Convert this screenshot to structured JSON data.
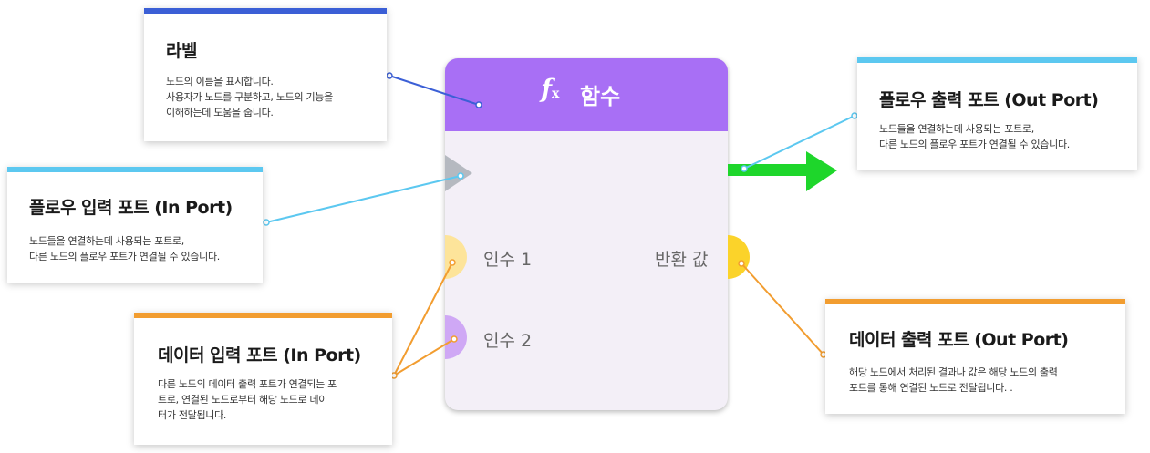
{
  "node": {
    "icon": "function-icon",
    "fx_symbol": "f",
    "fx_sub": "x",
    "title": "함수",
    "arg1_label": "인수 1",
    "arg2_label": "인수 2",
    "return_label": "반환 값"
  },
  "callouts": {
    "label": {
      "title": "라벨",
      "lines": [
        "노드의 이름을 표시합니다.",
        "사용자가 노드를 구분하고, 노드의 기능을",
        "이해하는데 도움을 줍니다."
      ]
    },
    "flow_in": {
      "title": "플로우 입력 포트 (In Port)",
      "lines": [
        "노드들을 연결하는데 사용되는 포트로,",
        "다른 노드의 플로우 포트가 연결될 수 있습니다."
      ]
    },
    "data_in": {
      "title": "데이터 입력 포트 (In Port)",
      "lines": [
        "다른 노드의 데이터 출력 포트가 연결되는 포",
        "트로, 연결된 노드로부터 해당 노드로 데이",
        "터가 전달됩니다."
      ]
    },
    "flow_out": {
      "title": "플로우 출력 포트 (Out Port)",
      "lines": [
        "노드들을 연결하는데 사용되는 포트로,",
        "다른 노드의 플로우 포트가 연결될 수 있습니다."
      ]
    },
    "data_out": {
      "title": "데이터 출력 포트 (Out Port)",
      "lines": [
        " 해당 노드에서 처리된 결과나 값은 해당 노드의 출력",
        "포트를 통해 연결된 노드로 전달됩니다. ."
      ]
    }
  },
  "colors": {
    "header": "#a86ff5",
    "node_body": "#f3eff7",
    "flow_in_port": "#b5b9c0",
    "flow_out_arrow": "#1ed62b",
    "arg1_port": "#fde49a",
    "arg2_port": "#cfa8f5",
    "return_port": "#fbd32a",
    "label_leader": "#3b5fd6",
    "flow_leader": "#5cc8f0",
    "data_leader": "#f29d30"
  }
}
